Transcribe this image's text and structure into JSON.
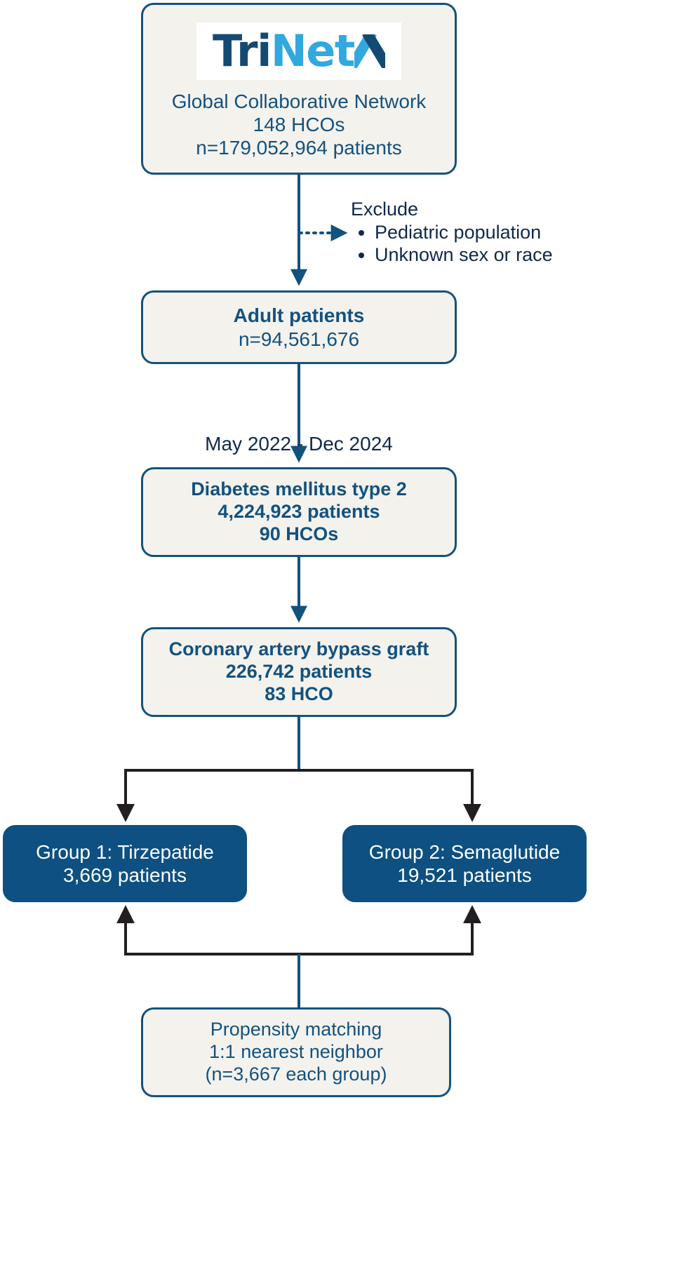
{
  "diagram": {
    "type": "flowchart",
    "title": "Patient selection flowchart",
    "colors": {
      "node_fill_light": "#f4f2ed",
      "node_border": "#12527f",
      "node_fill_dark": "#0d5081",
      "text_blue": "#12527f",
      "text_navy": "#10294a",
      "text_white": "#ffffff",
      "connector_blue": "#12527f",
      "connector_black": "#231f20",
      "logo_dark": "#134a73",
      "logo_light": "#31a8e0"
    }
  },
  "source_box": {
    "logo": {
      "name": "trinetx-logo",
      "part_1": "Tri",
      "part_2": "Net",
      "part_3": "X"
    },
    "lines": [
      "Global Collaborative Network",
      "148 HCOs",
      "n=179,052,964 patients"
    ]
  },
  "exclusion": {
    "title": "Exclude",
    "items": [
      "Pediatric population",
      "Unknown sex or race"
    ]
  },
  "adult_box": {
    "lines": [
      "Adult patients",
      "n=94,561,676"
    ]
  },
  "date_label": "May 2022 - Dec 2024",
  "dm2_box": {
    "lines": [
      "Diabetes mellitus type 2",
      "4,224,923 patients",
      "90 HCOs"
    ]
  },
  "cabg_box": {
    "lines": [
      "Coronary artery bypass graft",
      "226,742 patients",
      "83 HCO"
    ]
  },
  "group1_box": {
    "lines": [
      "Group 1: Tirzepatide",
      "3,669 patients"
    ]
  },
  "group2_box": {
    "lines": [
      "Group 2: Semaglutide",
      "19,521 patients"
    ]
  },
  "matching_box": {
    "lines": [
      "Propensity matching",
      "1:1 nearest neighbor",
      "(n=3,667 each group)"
    ]
  }
}
